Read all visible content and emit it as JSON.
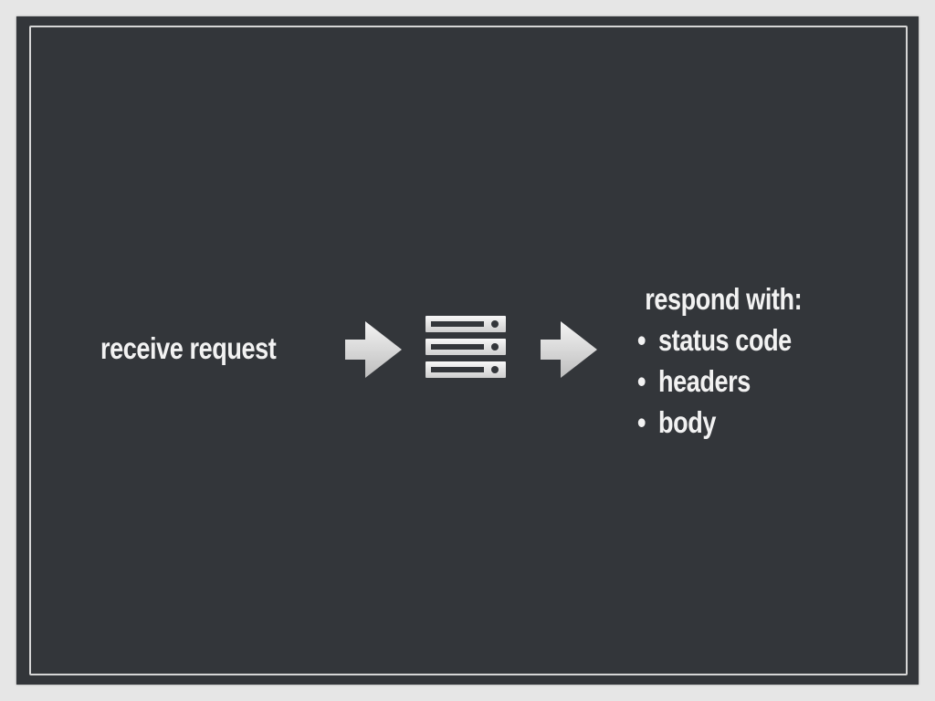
{
  "diagram": {
    "input_label": "receive request",
    "processor_icon": "server-icon",
    "output": {
      "title": "respond with:",
      "items": [
        {
          "label": "status code"
        },
        {
          "label": "headers"
        },
        {
          "label": "body"
        }
      ]
    }
  },
  "colors": {
    "background": "#33363a",
    "frame": "#e4e4e4",
    "text": "#f2f2f2"
  }
}
